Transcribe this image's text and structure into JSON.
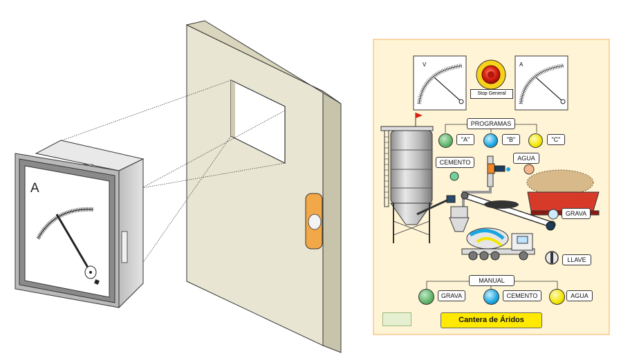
{
  "meter": {
    "unit_letter": "A"
  },
  "panel": {
    "volt_meter_letter": "V",
    "amp_meter_letter": "A",
    "stop_label": "Stop General",
    "programs_label": "PROGRAMAS",
    "program_a": "\"A\"",
    "program_b": "\"B\"",
    "program_c": "\"C\"",
    "cemento_label": "CEMENTO",
    "agua_label": "AGUA",
    "grava_label": "GRAVA",
    "llave_label": "LLAVE",
    "manual_label": "MANUAL",
    "manual_grava": "GRAVA",
    "manual_cemento": "CEMENTO",
    "manual_agua": "AGUA",
    "title": "Cantera de Áridos"
  },
  "colors": {
    "door": "#e8e6d2",
    "panel_bg": "#fff4d6",
    "handle": "#f2a848",
    "btn_green": "#5fb36a",
    "btn_blue": "#1aa6e0",
    "btn_yellow": "#f3e600",
    "title_plate": "#ffe900",
    "truck_bed": "#d83a2a"
  },
  "icons": [
    "ammeter-icon",
    "voltmeter-icon",
    "stop-button-icon",
    "silo-icon",
    "conveyor-icon",
    "mixer-truck-icon",
    "dump-truck-icon",
    "key-switch-icon",
    "valve-icon",
    "pump-icon"
  ]
}
